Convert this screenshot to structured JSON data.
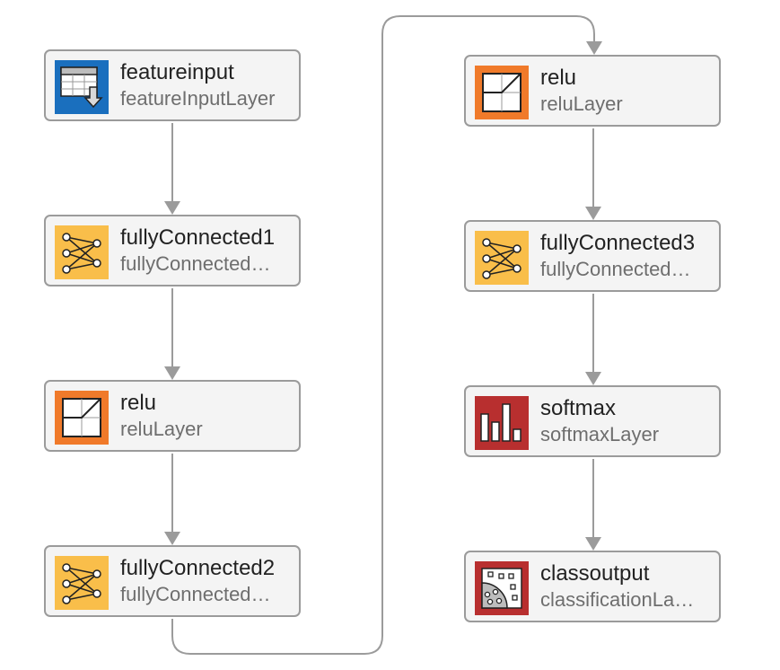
{
  "nodes": [
    {
      "name": "featureinput",
      "type": "featureInputLayer",
      "icon": "feature-input-icon",
      "color": "#1a6fbe"
    },
    {
      "name": "fullyConnected1",
      "type": "fullyConnected…",
      "icon": "fully-connected-icon",
      "color": "#f9be4a"
    },
    {
      "name": "relu",
      "type": "reluLayer",
      "icon": "relu-icon",
      "color": "#f07a2a"
    },
    {
      "name": "fullyConnected2",
      "type": "fullyConnected…",
      "icon": "fully-connected-icon",
      "color": "#f9be4a"
    },
    {
      "name": "relu",
      "type": "reluLayer",
      "icon": "relu-icon",
      "color": "#f07a2a"
    },
    {
      "name": "fullyConnected3",
      "type": "fullyConnected…",
      "icon": "fully-connected-icon",
      "color": "#f9be4a"
    },
    {
      "name": "softmax",
      "type": "softmaxLayer",
      "icon": "softmax-icon",
      "color": "#b82f2f"
    },
    {
      "name": "classoutput",
      "type": "classificationLa…",
      "icon": "classification-icon",
      "color": "#b82f2f"
    }
  ]
}
